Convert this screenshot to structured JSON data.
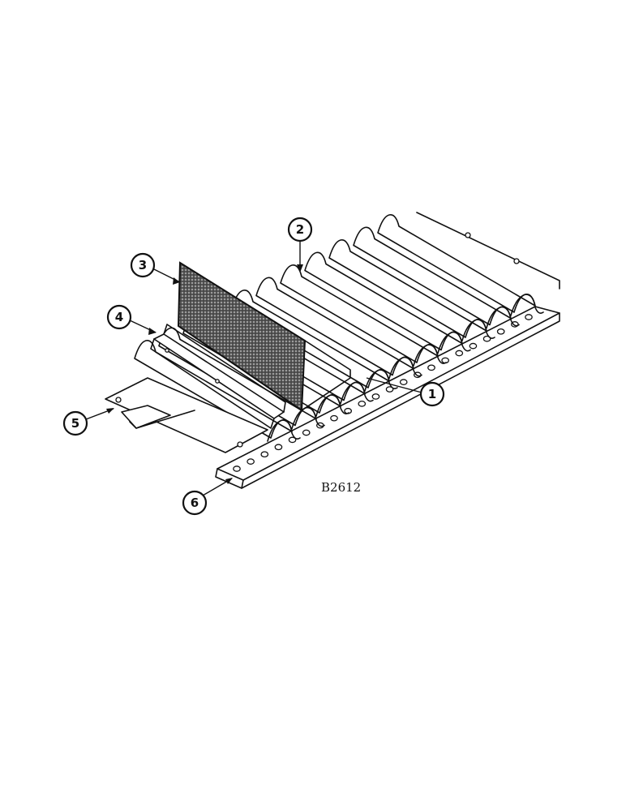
{
  "figure_id": "B2612",
  "callouts": [
    {
      "label": "1"
    },
    {
      "label": "2"
    },
    {
      "label": "3"
    },
    {
      "label": "4"
    },
    {
      "label": "5"
    },
    {
      "label": "6"
    }
  ],
  "colors": {
    "ink": "#111111",
    "paper": "#ffffff",
    "screen": "#333333"
  }
}
